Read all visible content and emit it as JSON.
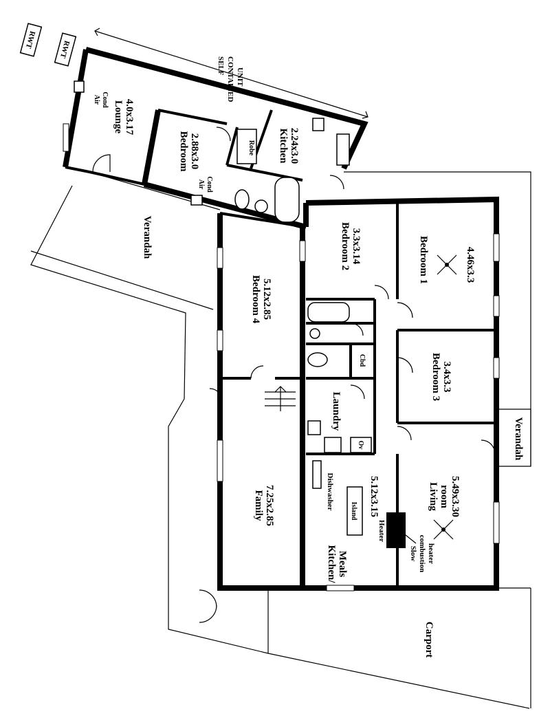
{
  "rooms": {
    "lounge": {
      "name": "Lounge",
      "size": "4.0x3.17"
    },
    "unit_bedroom": {
      "name": "Bedroom",
      "size": "2.88x3.0"
    },
    "unit_kitchen": {
      "name": "Kitchen",
      "size": "2.24x3.0"
    },
    "bedroom2": {
      "name": "Bedroom 2",
      "size": "3.3x3.14"
    },
    "bedroom1": {
      "name": "Bedroom 1",
      "size": "4.46x3.3"
    },
    "bedroom4": {
      "name": "Bedroom 4",
      "size": "5.12x2.85"
    },
    "bedroom3": {
      "name": "Bedroom 3",
      "size": "3.4x3.3"
    },
    "family": {
      "name": "Family",
      "size": "7.25x2.85"
    },
    "kitchen_meals": {
      "name1": "Kitchen/",
      "name2": "Meals",
      "size": "5.12x3.15"
    },
    "living": {
      "name1": "Living",
      "name2": "room",
      "size": "5.49x3.30"
    },
    "laundry": {
      "name": "Laundry"
    }
  },
  "labels": {
    "verandah_left": "Verandah",
    "verandah_right": "Verandah",
    "carport": "Carport",
    "self_contained_1": "SELF",
    "self_contained_2": "CONTAINED",
    "self_contained_3": "UNIT",
    "rwt": "RWT",
    "air_cond_1": "Air",
    "air_cond_2": "Cond",
    "robe": "Robe",
    "cbd": "Cbd",
    "ov": "Ov",
    "dishwasher": "Dishwasher",
    "island": "Island",
    "heater": "Heater",
    "slow_combustion_1": "Slow",
    "slow_combustion_2": "combustion",
    "slow_combustion_3": "heater"
  }
}
